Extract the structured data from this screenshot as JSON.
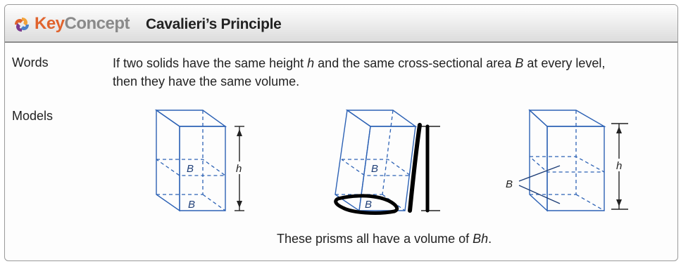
{
  "header": {
    "brand_key": "Key",
    "brand_concept": "Concept",
    "title": "Cavalieri’s Principle"
  },
  "words": {
    "label": "Words",
    "text": "If two solids have the same height h and the same cross-sectional area B at every level, then they have the same volume.",
    "line1_a": "If two solids have the same height ",
    "italic_h": "h",
    "line1_b": " and the same cross-sectional area ",
    "italic_B": "B",
    "line1_c": " at every level,",
    "line2": "then they have the same volume."
  },
  "models": {
    "label": "Models",
    "labels": {
      "B": "B",
      "h": "h"
    }
  },
  "caption": {
    "prefix": "These prisms all have a volume of ",
    "italic": "Bh",
    "suffix": "."
  },
  "colors": {
    "key_orange": "#e0632d",
    "concept_gray": "#8a8a8a",
    "prism_front": "#6a9de0",
    "prism_side": "#4f86d2",
    "prism_top": "#9cc1f0",
    "prism_edge": "#2d62b5",
    "annotation": "#000000"
  },
  "icons": [
    "keyconcept-logo-icon"
  ]
}
